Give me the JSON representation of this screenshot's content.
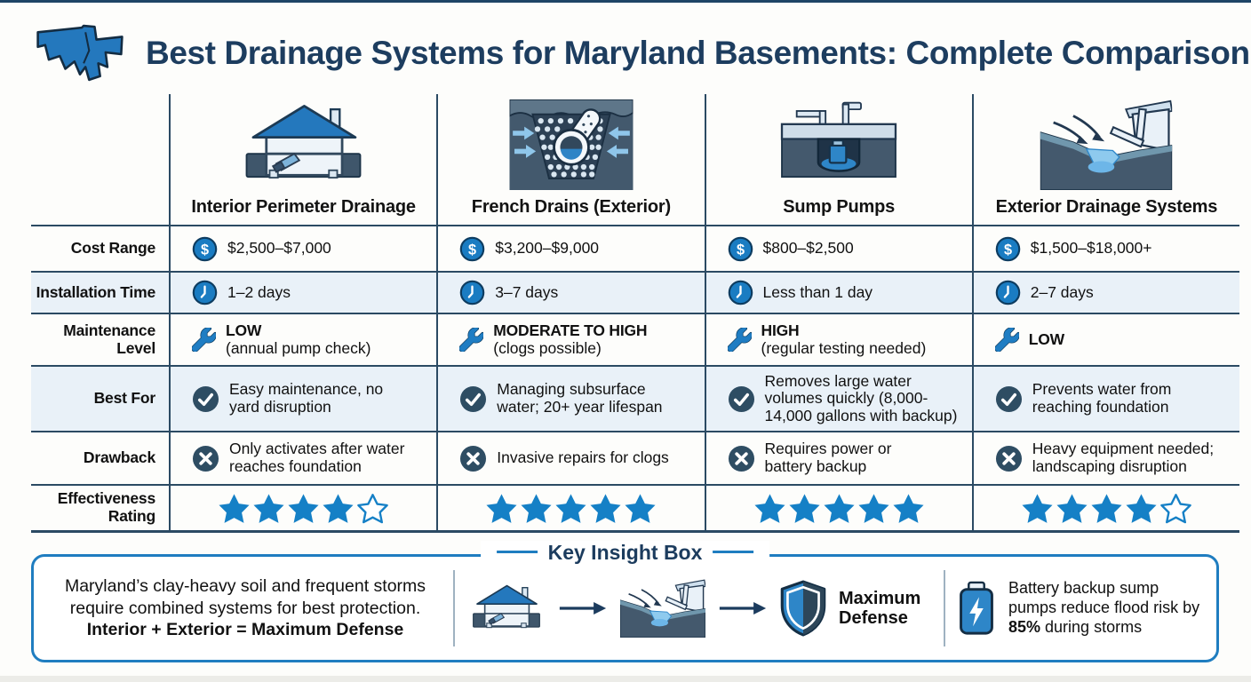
{
  "header": {
    "title": "Best Drainage Systems for Maryland Basements: Complete Comparison"
  },
  "columns": [
    {
      "name": "Interior Perimeter Drainage",
      "icon": "interior-perimeter-drainage-icon"
    },
    {
      "name": "French Drains (Exterior)",
      "icon": "french-drain-icon"
    },
    {
      "name": "Sump Pumps",
      "icon": "sump-pump-icon"
    },
    {
      "name": "Exterior Drainage Systems",
      "icon": "exterior-drainage-icon"
    }
  ],
  "rows": {
    "cost": {
      "label": "Cost Range",
      "icon": "dollar-icon",
      "values": [
        "$2,500–$7,000",
        "$3,200–$9,000",
        "$800–$2,500",
        "$1,500–$18,000+"
      ]
    },
    "time": {
      "label": "Installation Time",
      "icon": "clock-icon",
      "values": [
        "1–2 days",
        "3–7 days",
        "Less than 1 day",
        "2–7 days"
      ]
    },
    "maintenance": {
      "label": "Maintenance Level",
      "icon": "wrench-icon",
      "levels": [
        "LOW",
        "MODERATE TO HIGH",
        "HIGH",
        "LOW"
      ],
      "notes": [
        "(annual pump check)",
        "(clogs possible)",
        "(regular testing needed)",
        ""
      ]
    },
    "best_for": {
      "label": "Best For",
      "icon": "check-circle-icon",
      "values": [
        "Easy maintenance, no yard disruption",
        "Managing subsurface water; 20+ year lifespan",
        "Removes large water volumes quickly (8,000-14,000 gallons with backup)",
        "Prevents water from reaching foundation"
      ]
    },
    "drawback": {
      "label": "Drawback",
      "icon": "x-circle-icon",
      "values": [
        "Only activates after water reaches foundation",
        "Invasive repairs for clogs",
        "Requires power or battery backup",
        "Heavy equipment needed; landscaping disruption"
      ]
    },
    "rating": {
      "label": "Effectiveness Rating",
      "values": [
        4,
        5,
        5,
        4
      ],
      "max": 5
    }
  },
  "insight": {
    "title": "Key Insight Box",
    "line1": "Maryland’s clay-heavy soil and frequent storms",
    "line2": "require combined systems for best protection.",
    "line3": "Interior + Exterior = Maximum Defense",
    "shield_label": "Maximum Defense",
    "battery": {
      "pre": "Battery backup sump pumps reduce flood risk by ",
      "pct": "85%",
      "post": " during storms"
    }
  },
  "colors": {
    "navy": "#1d3d5f",
    "blue": "#1f7dc0",
    "star_blue": "#1580c6",
    "row_alt": "#e9f1f8",
    "mark_circle": "#2e4d63"
  }
}
